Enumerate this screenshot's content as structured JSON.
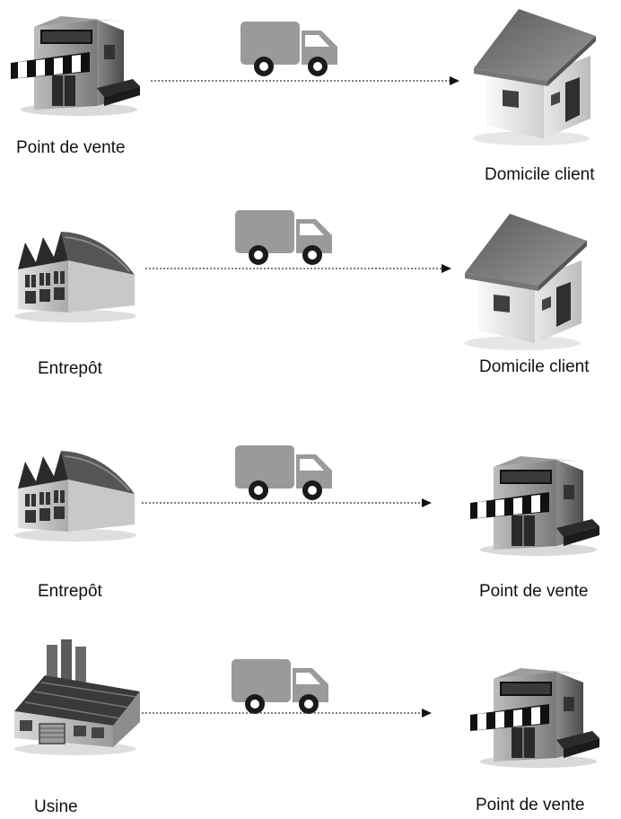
{
  "flows": [
    {
      "from": {
        "label": "Point de vente",
        "icon": "shop-icon"
      },
      "to": {
        "label": "Domicile client",
        "icon": "house-icon"
      }
    },
    {
      "from": {
        "label": "Entrepôt",
        "icon": "warehouse-icon"
      },
      "to": {
        "label": "Domicile client",
        "icon": "house-icon"
      }
    },
    {
      "from": {
        "label": "Entrepôt",
        "icon": "warehouse-icon"
      },
      "to": {
        "label": "Point de vente",
        "icon": "shop-icon"
      }
    },
    {
      "from": {
        "label": "Usine",
        "icon": "factory-icon"
      },
      "to": {
        "label": "Point de vente",
        "icon": "shop-icon"
      }
    }
  ],
  "colors": {
    "truck": "#9a9a9a",
    "line": "#333333",
    "wheel": "#1a1a1a"
  }
}
